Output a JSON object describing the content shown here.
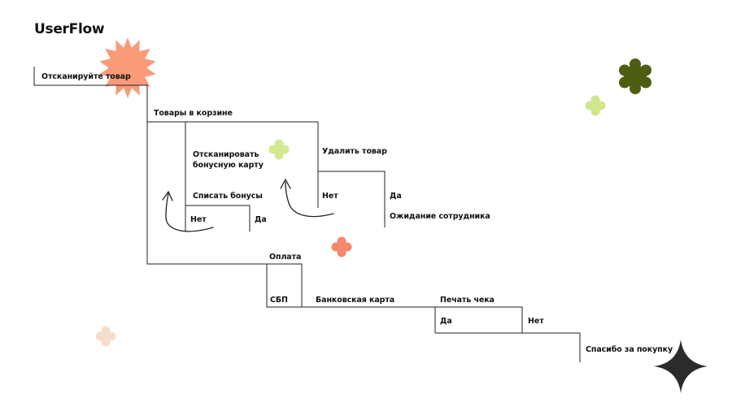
{
  "title": "UserFlow",
  "nodes": {
    "scan_item": "Отсканируйте товар",
    "cart_items": "Товары в корзине",
    "scan_bonus_card": "Отсканировать бонусную карту",
    "use_bonuses": "Списать бонусы",
    "bonus_no": "Нет",
    "bonus_yes": "Да",
    "delete_item": "Удалить товар",
    "delete_no": "Нет",
    "delete_yes": "Да",
    "wait_staff": "Ожидание сотрудника",
    "payment": "Оплата",
    "sbp": "СБП",
    "bank_card": "Банковская карта",
    "print_receipt": "Печать чека",
    "receipt_yes": "Да",
    "receipt_no": "Нет",
    "thanks": "Спасибо за покупку"
  },
  "colors": {
    "orange_burst": "#F99A79",
    "dark_green": "#4D5E12",
    "light_green": "#CFE68C",
    "pale_peach": "#F6DDCB",
    "coral": "#F4896B",
    "dark_star": "#2B2B2B"
  },
  "decorations": [
    "orange-burst-icon",
    "green-flower-icon",
    "light-green-cross-icon",
    "coral-cross-icon",
    "peach-cross-icon",
    "four-point-star-icon"
  ]
}
